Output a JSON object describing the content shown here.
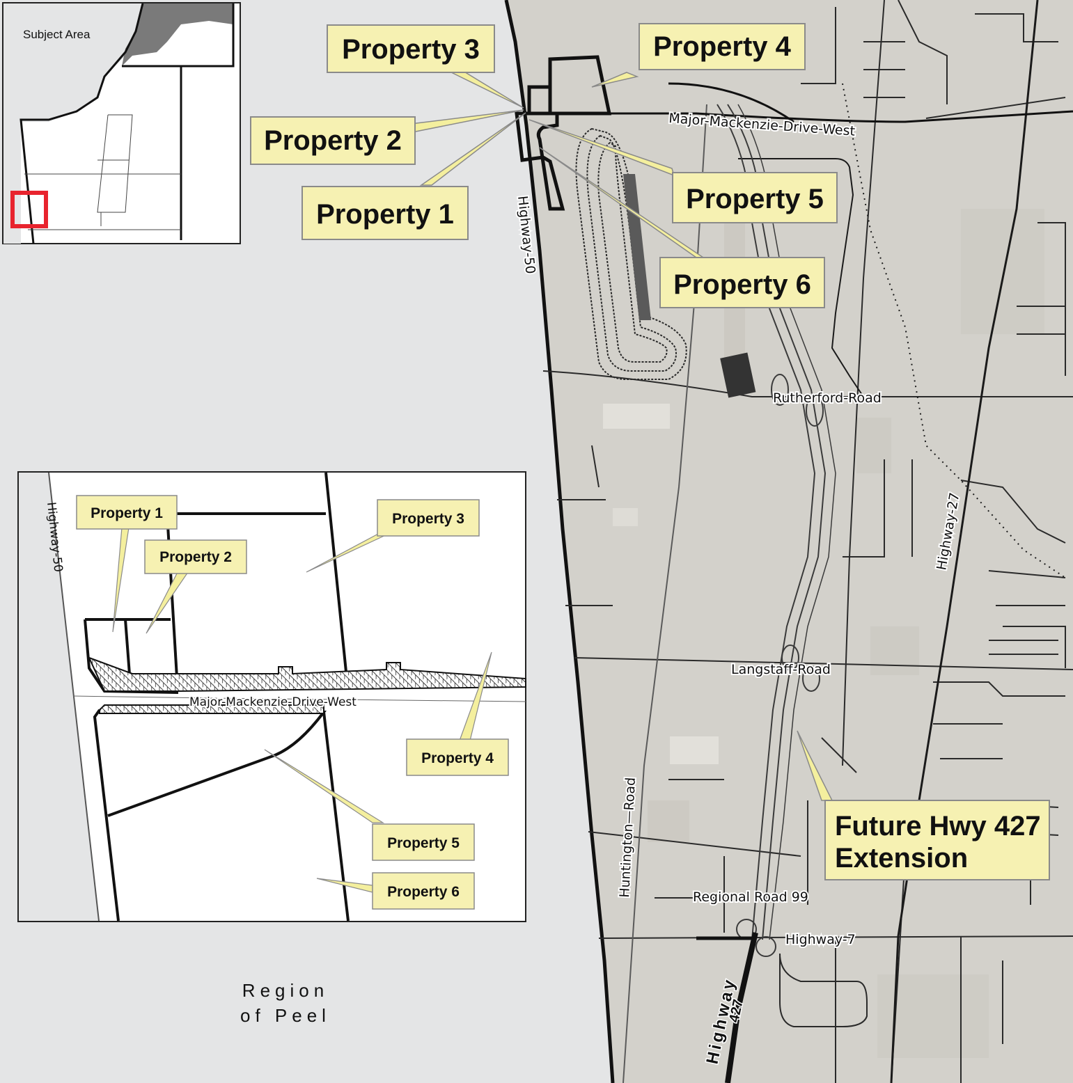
{
  "colors": {
    "peel_gray": "#e4e5e6",
    "aerial_gray": "#d4d2cc",
    "callout_fill": "#f6f1b2",
    "callout_border": "#8a8a8a",
    "locator_box": "#e8242e",
    "inset_dark": "#777777"
  },
  "locator": {
    "title": "Subject Area"
  },
  "region_label": {
    "line1": "Region",
    "line2": "of Peel"
  },
  "main_callouts": {
    "p1": "Property 1",
    "p2": "Property 2",
    "p3": "Property 3",
    "p4": "Property 4",
    "p5": "Property 5",
    "p6": "Property 6",
    "future_line1": "Future Hwy 427",
    "future_line2": "Extension"
  },
  "inset_callouts": {
    "p1": "Property 1",
    "p2": "Property 2",
    "p3": "Property 3",
    "p4": "Property 4",
    "p5": "Property 5",
    "p6": "Property 6"
  },
  "roads": {
    "major_mackenzie": "Major-Mackenzie-Drive-West",
    "highway50": "Highway-50",
    "highway50_inset": "Highway-50",
    "rutherford": "Rutherford-Road",
    "langstaff": "Langstaff-Road",
    "highway27": "Highway-27",
    "huntington": "Huntington—Road",
    "regional99": "Regional Road 99",
    "highway7": "Highway-7",
    "hwy427_word": "Highway",
    "hwy427_num": "427",
    "inset_major_mackenzie": "Major-Mackenzie-Drive-West"
  }
}
